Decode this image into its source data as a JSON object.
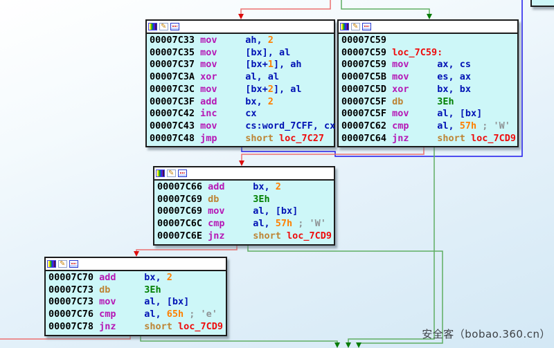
{
  "watermark": "安全客（bobao.360.cn）",
  "palette": {
    "addr": "#000000",
    "mnemonic": "#b517b5",
    "register": "#0012b4",
    "number": "#ff8000",
    "keyword": "#bd8434",
    "data_byte": "#008000",
    "location": "#ee0c0c",
    "comment": "#8f9496"
  },
  "node_colors": {
    "body": "#cdf7f8",
    "titlebar": "#ffffff",
    "border": "#1b1b1b"
  },
  "blocks": [
    {
      "name": "node-loc-7c33",
      "icons": [
        "node-color-icon",
        "edit-node-icon",
        "group-node-icon"
      ],
      "lines": [
        [
          [
            "a",
            "00007C33 "
          ],
          [
            "m",
            "mov     "
          ],
          [
            "r",
            "ah, "
          ],
          [
            "n",
            "2"
          ]
        ],
        [
          [
            "a",
            "00007C35 "
          ],
          [
            "m",
            "mov     "
          ],
          [
            "r",
            "[bx], al"
          ]
        ],
        [
          [
            "a",
            "00007C37 "
          ],
          [
            "m",
            "mov     "
          ],
          [
            "r",
            "[bx+"
          ],
          [
            "n",
            "1"
          ],
          [
            "r",
            "], ah"
          ]
        ],
        [
          [
            "a",
            "00007C3A "
          ],
          [
            "m",
            "xor     "
          ],
          [
            "r",
            "al, al"
          ]
        ],
        [
          [
            "a",
            "00007C3C "
          ],
          [
            "m",
            "mov     "
          ],
          [
            "r",
            "[bx+"
          ],
          [
            "n",
            "2"
          ],
          [
            "r",
            "], al"
          ]
        ],
        [
          [
            "a",
            "00007C3F "
          ],
          [
            "m",
            "add     "
          ],
          [
            "r",
            "bx, "
          ],
          [
            "n",
            "2"
          ]
        ],
        [
          [
            "a",
            "00007C42 "
          ],
          [
            "m",
            "inc     "
          ],
          [
            "r",
            "cx"
          ]
        ],
        [
          [
            "a",
            "00007C43 "
          ],
          [
            "m",
            "mov     "
          ],
          [
            "r",
            "cs:word_7CFF, cx"
          ]
        ],
        [
          [
            "a",
            "00007C48 "
          ],
          [
            "m",
            "jmp     "
          ],
          [
            "k",
            "short "
          ],
          [
            "l",
            "loc_7C27"
          ]
        ]
      ]
    },
    {
      "name": "node-loc-7c59",
      "icons": [
        "node-color-icon",
        "edit-node-icon",
        "group-node-icon"
      ],
      "lines": [
        [
          [
            "a",
            "00007C59"
          ]
        ],
        [
          [
            "a",
            "00007C59 "
          ],
          [
            "l",
            "loc_7C59:"
          ]
        ],
        [
          [
            "a",
            "00007C59 "
          ],
          [
            "m",
            "mov     "
          ],
          [
            "r",
            "ax, cs"
          ]
        ],
        [
          [
            "a",
            "00007C5B "
          ],
          [
            "m",
            "mov     "
          ],
          [
            "r",
            "es, ax"
          ]
        ],
        [
          [
            "a",
            "00007C5D "
          ],
          [
            "m",
            "xor     "
          ],
          [
            "r",
            "bx, bx"
          ]
        ],
        [
          [
            "a",
            "00007C5F "
          ],
          [
            "k",
            "db      "
          ],
          [
            "g",
            "3Eh"
          ]
        ],
        [
          [
            "a",
            "00007C5F "
          ],
          [
            "m",
            "mov     "
          ],
          [
            "r",
            "al, [bx]"
          ]
        ],
        [
          [
            "a",
            "00007C62 "
          ],
          [
            "m",
            "cmp     "
          ],
          [
            "r",
            "al, "
          ],
          [
            "n",
            "57h"
          ],
          [
            "c",
            " ; 'W'"
          ]
        ],
        [
          [
            "a",
            "00007C64 "
          ],
          [
            "m",
            "jnz     "
          ],
          [
            "k",
            "short "
          ],
          [
            "l",
            "loc_7CD9"
          ]
        ]
      ]
    },
    {
      "name": "node-loc-7c66",
      "icons": [
        "node-color-icon",
        "edit-node-icon",
        "group-node-icon"
      ],
      "lines": [
        [
          [
            "a",
            "00007C66 "
          ],
          [
            "m",
            "add     "
          ],
          [
            "r",
            "bx, "
          ],
          [
            "n",
            "2"
          ]
        ],
        [
          [
            "a",
            "00007C69 "
          ],
          [
            "k",
            "db      "
          ],
          [
            "g",
            "3Eh"
          ]
        ],
        [
          [
            "a",
            "00007C69 "
          ],
          [
            "m",
            "mov     "
          ],
          [
            "r",
            "al, [bx]"
          ]
        ],
        [
          [
            "a",
            "00007C6C "
          ],
          [
            "m",
            "cmp     "
          ],
          [
            "r",
            "al, "
          ],
          [
            "n",
            "57h"
          ],
          [
            "c",
            " ; 'W'"
          ]
        ],
        [
          [
            "a",
            "00007C6E "
          ],
          [
            "m",
            "jnz     "
          ],
          [
            "k",
            "short "
          ],
          [
            "l",
            "loc_7CD9"
          ]
        ]
      ]
    },
    {
      "name": "node-loc-7c70",
      "icons": [
        "node-color-icon",
        "edit-node-icon",
        "group-node-icon"
      ],
      "lines": [
        [
          [
            "a",
            "00007C70 "
          ],
          [
            "m",
            "add     "
          ],
          [
            "r",
            "bx, "
          ],
          [
            "n",
            "2"
          ]
        ],
        [
          [
            "a",
            "00007C73 "
          ],
          [
            "k",
            "db      "
          ],
          [
            "g",
            "3Eh"
          ]
        ],
        [
          [
            "a",
            "00007C73 "
          ],
          [
            "m",
            "mov     "
          ],
          [
            "r",
            "al, [bx]"
          ]
        ],
        [
          [
            "a",
            "00007C76 "
          ],
          [
            "m",
            "cmp     "
          ],
          [
            "r",
            "al, "
          ],
          [
            "n",
            "65h"
          ],
          [
            "c",
            " ; 'e'"
          ]
        ],
        [
          [
            "a",
            "00007C78 "
          ],
          [
            "m",
            "jnz     "
          ],
          [
            "k",
            "short "
          ],
          [
            "l",
            "loc_7CD9"
          ]
        ]
      ]
    }
  ],
  "edges": [
    {
      "name": "edge-entry-to-7c33",
      "kind": "branch-not-taken",
      "stroke": "#ec6f6f",
      "arrow": "#dd0d0d"
    },
    {
      "name": "edge-entry-to-7c59",
      "kind": "branch-taken",
      "stroke": "#5fae62",
      "arrow": "#077c07"
    },
    {
      "name": "edge-7c48-jmp-loc-7c27",
      "kind": "unconditional-jump",
      "stroke": "#1d15ec",
      "arrow": null
    },
    {
      "name": "edge-7c64-fall-to-7c66",
      "kind": "branch-not-taken",
      "stroke": "#ec6f6f",
      "arrow": "#dd0d0d"
    },
    {
      "name": "edge-7c64-taken-loc-7cd9",
      "kind": "branch-taken",
      "stroke": "#5fae62",
      "arrow": "#077c07"
    },
    {
      "name": "edge-7c6e-fall-to-7c70",
      "kind": "branch-not-taken",
      "stroke": "#ec6f6f",
      "arrow": "#dd0d0d"
    },
    {
      "name": "edge-7c6e-taken-loc-7cd9",
      "kind": "branch-taken",
      "stroke": "#5fae62",
      "arrow": "#077c07"
    },
    {
      "name": "edge-7c78-fall-offscreen",
      "kind": "branch-not-taken",
      "stroke": "#ec6f6f",
      "arrow": null
    },
    {
      "name": "edge-7c78-taken-loc-7cd9",
      "kind": "branch-taken",
      "stroke": "#5fae62",
      "arrow": "#077c07"
    }
  ]
}
